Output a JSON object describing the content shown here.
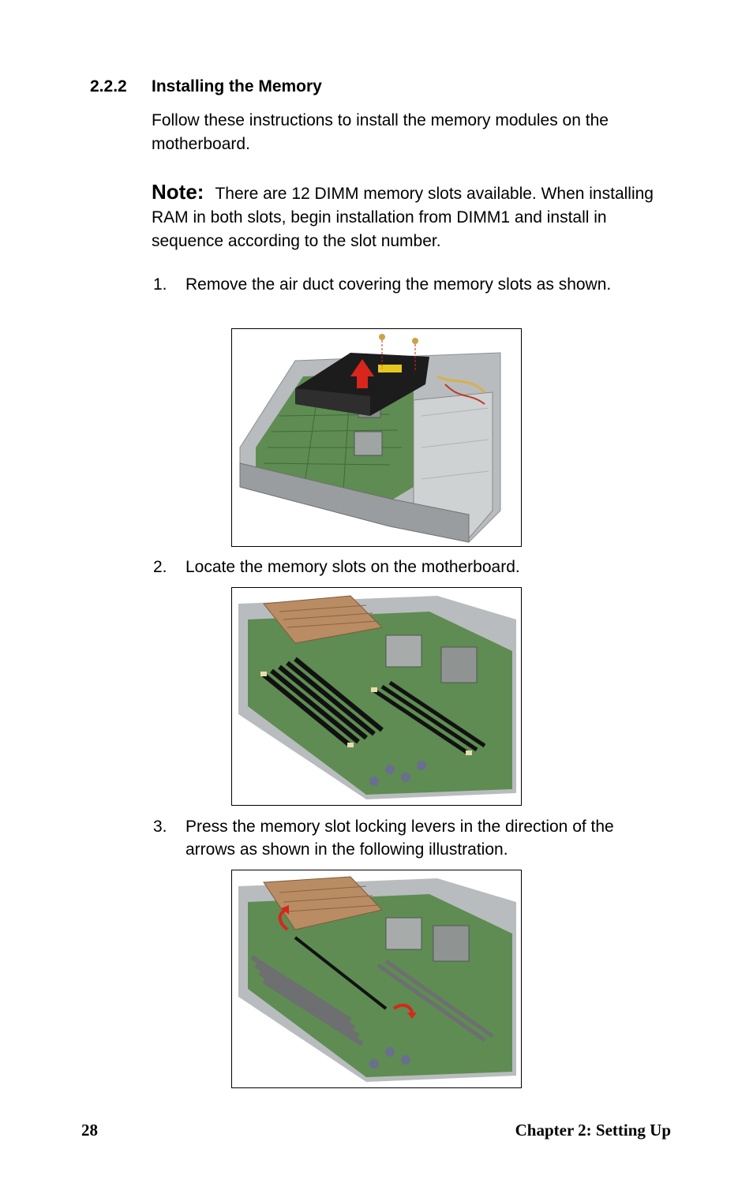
{
  "section": {
    "number": "2.2.2",
    "title": "Installing the Memory"
  },
  "intro": "Follow these instructions to install the memory modules on the motherboard.",
  "note": {
    "label": "Note:",
    "text": "There are 12 DIMM memory slots available. When installing RAM in both slots, begin installation from DIMM1 and install in sequence according to the slot number."
  },
  "steps": [
    {
      "number": "1.",
      "text": "Remove the air duct covering the memory slots as shown."
    },
    {
      "number": "2.",
      "text": "Locate the memory slots on the motherboard."
    },
    {
      "number": "3.",
      "text": "Press the memory slot locking levers in the direction of the arrows as shown in the following illustration."
    }
  ],
  "figures": [
    {
      "icon": "server-air-duct-removal-image"
    },
    {
      "icon": "memory-slots-image"
    },
    {
      "icon": "memory-lever-arrows-image"
    }
  ],
  "footer": {
    "page_number": "28",
    "chapter": "Chapter 2: Setting Up"
  },
  "colors": {
    "arrow_red": "#d8261c",
    "board_green": "#5e8c52",
    "chassis_gray": "#b9bcbe",
    "duct_black": "#1c1c1c",
    "heatsink_copper": "#b98c63"
  }
}
